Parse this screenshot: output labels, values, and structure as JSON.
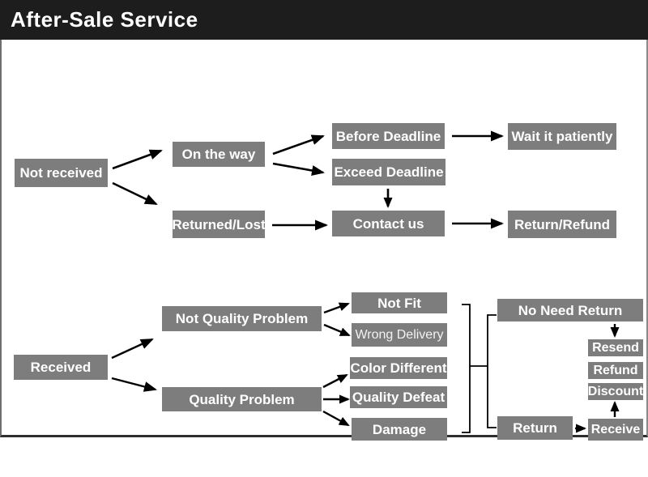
{
  "header": {
    "title": "After-Sale Service"
  },
  "colors": {
    "header_bg": "#1d1d1d",
    "header_text": "#ffffff",
    "canvas_bg": "#ffffff",
    "box_bg": "#7d7d7d",
    "box_text": "#ffffff",
    "arrow": "#000000"
  },
  "flow": {
    "nodes": {
      "not_received": "Not received",
      "on_the_way": "On the way",
      "returned_lost": "Returned/Lost",
      "before_deadline": "Before Deadline",
      "exceed_deadline": "Exceed Deadline",
      "contact_us": "Contact us",
      "wait_it_patiently": "Wait it patiently",
      "return_refund": "Return/Refund",
      "received": "Received",
      "not_quality_problem": "Not Quality Problem",
      "quality_problem": "Quality Problem",
      "not_fit": "Not Fit",
      "wrong_delivery": "Wrong Delivery",
      "color_different": "Color Different",
      "quality_defeat": "Quality Defeat",
      "damage": "Damage",
      "no_need_return": "No Need Return",
      "return": "Return",
      "resend": "Resend",
      "refund": "Refund",
      "discount": "Discount",
      "receive": "Receive"
    },
    "edges": [
      [
        "not_received",
        "on_the_way"
      ],
      [
        "not_received",
        "returned_lost"
      ],
      [
        "on_the_way",
        "before_deadline"
      ],
      [
        "on_the_way",
        "exceed_deadline"
      ],
      [
        "before_deadline",
        "wait_it_patiently"
      ],
      [
        "exceed_deadline",
        "contact_us"
      ],
      [
        "returned_lost",
        "contact_us"
      ],
      [
        "contact_us",
        "return_refund"
      ],
      [
        "received",
        "not_quality_problem"
      ],
      [
        "received",
        "quality_problem"
      ],
      [
        "not_quality_problem",
        "not_fit"
      ],
      [
        "not_quality_problem",
        "wrong_delivery"
      ],
      [
        "quality_problem",
        "color_different"
      ],
      [
        "quality_problem",
        "quality_defeat"
      ],
      [
        "quality_problem",
        "damage"
      ],
      [
        "no_need_return",
        "resend"
      ],
      [
        "return",
        "receive"
      ],
      [
        "receive",
        "discount"
      ]
    ],
    "groups": {
      "outcomes_bracket": [
        "not_fit",
        "wrong_delivery",
        "color_different",
        "quality_defeat",
        "damage"
      ],
      "bracket_targets": [
        "no_need_return",
        "return"
      ]
    }
  }
}
